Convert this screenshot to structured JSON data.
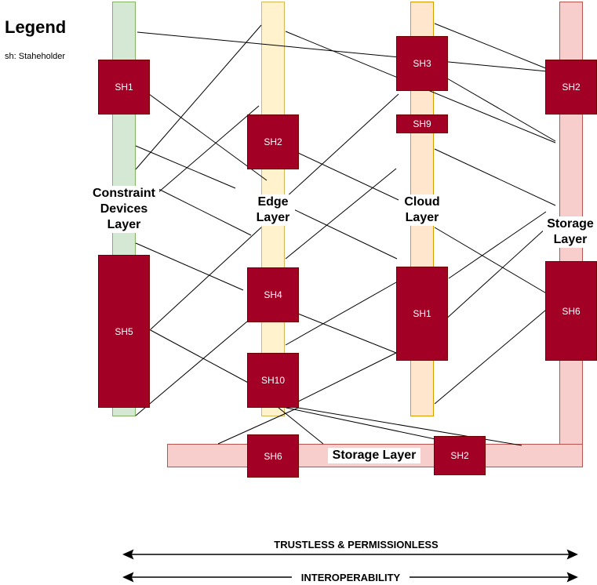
{
  "legend": {
    "title": "Legend",
    "note": "sh: Staheholder"
  },
  "layers": {
    "constraint": "Constraint\nDevices\nLayer",
    "edge": "Edge\nLayer",
    "cloud": "Cloud\nLayer",
    "storage_right": "Storage\nLayer",
    "storage_bottom": "Storage Layer"
  },
  "stakeholders": {
    "c_sh1": "SH1",
    "c_sh5": "SH5",
    "e_sh2": "SH2",
    "e_sh4": "SH4",
    "e_sh10": "SH10",
    "cl_sh3": "SH3",
    "cl_sh9": "SH9",
    "cl_sh1": "SH1",
    "s_sh2": "SH2",
    "s_sh6": "SH6",
    "b_sh6": "SH6",
    "b_sh2": "SH2"
  },
  "captions": {
    "trustless": "TRUSTLESS & PERMISSIONLESS",
    "interoperability": "INTEROPERABILITY"
  },
  "colors": {
    "stakeholder_fill": "#a20025",
    "constraint_fill": "#d5e8d4",
    "edge_fill": "#fff2cc",
    "cloud_fill": "#ffe6cc",
    "storage_fill": "#f8cecc"
  }
}
